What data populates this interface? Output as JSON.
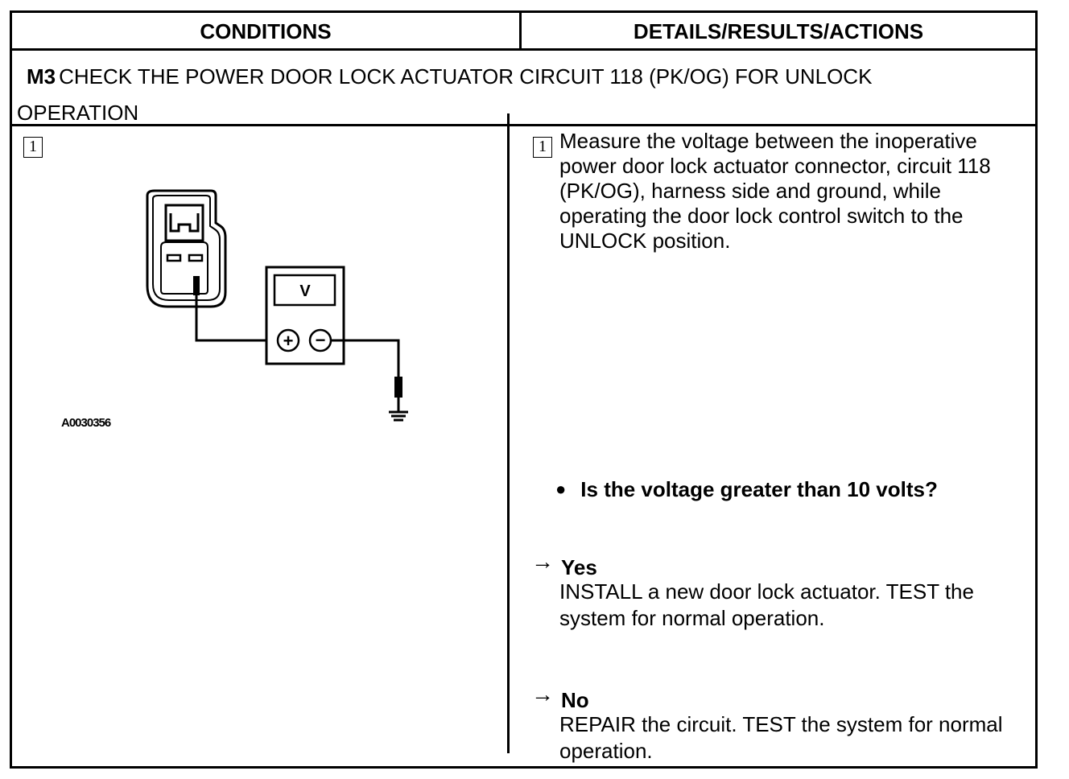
{
  "header": {
    "conditions": "CONDITIONS",
    "details": "DETAILS/RESULTS/ACTIONS"
  },
  "title": {
    "code": "M3",
    "text": "CHECK THE POWER DOOR LOCK ACTUATOR CIRCUIT 118 (PK/OG) FOR UNLOCK OPERATION"
  },
  "conditions": {
    "step": "1",
    "meter_label": "V",
    "plus_symbol": "+",
    "minus_symbol": "−",
    "figure_id": "A0030356"
  },
  "details": {
    "step": "1",
    "instruction": "Measure the voltage between the inoperative power door lock actuator connector, circuit 118 (PK/OG), harness side and ground, while operating the door lock control switch to the UNLOCK position.",
    "question": "Is the voltage greater than 10 volts?",
    "arrow_symbol": "→",
    "answers": [
      {
        "label": "Yes",
        "text": "INSTALL a new door lock actuator. TEST the system for normal operation."
      },
      {
        "label": "No",
        "text": "REPAIR the circuit. TEST the system for normal operation."
      }
    ]
  }
}
